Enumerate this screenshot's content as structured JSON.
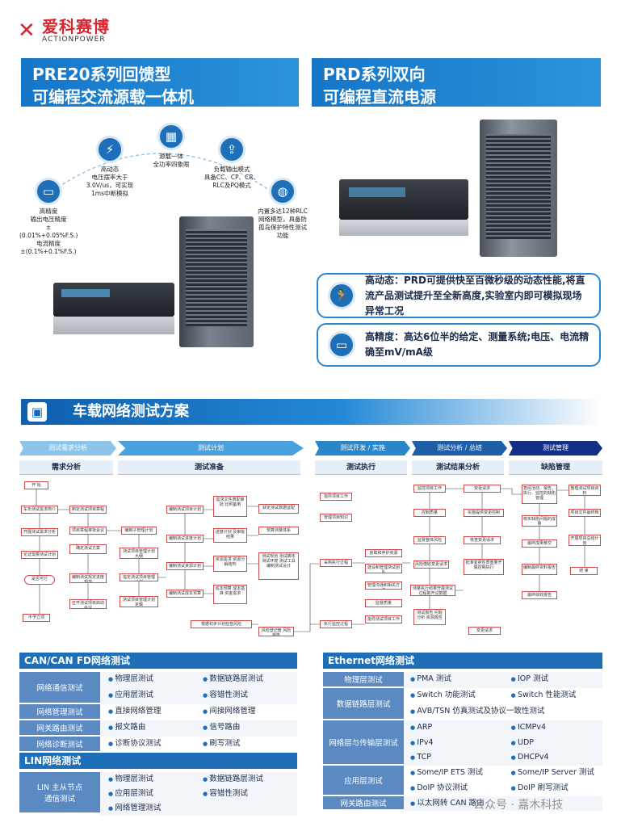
{
  "brand": {
    "cn": "爱科赛博",
    "en": "ACTIONPOWER",
    "mark": "✕"
  },
  "left_band": {
    "line1": "PRE20系列回馈型",
    "line2": "可编程交流源载一体机"
  },
  "right_band": {
    "line1": "PRD系列双向",
    "line2": "可编程直流电源"
  },
  "pre_nodes": [
    {
      "icon": "battery-icon",
      "glyph": "▭",
      "text": "高精度\n输出电压精度\n±(0.01%+0.05%F.S.)\n电流精度\n±(0.1%+0.1%F.S.)"
    },
    {
      "icon": "plug-icon",
      "glyph": "⚡",
      "text": "高动态\n电压摆率大于\n3.0V/us，可实现\n1ms中断模拟"
    },
    {
      "icon": "grid-icon",
      "glyph": "▦",
      "text": "源载一体\n全功率四象限"
    },
    {
      "icon": "upload-icon",
      "glyph": "⇪",
      "text": "负载输出模式\n具备CC、CP、CR、\nRLC及PQ模式"
    },
    {
      "icon": "globe-icon",
      "glyph": "◍",
      "text": "内置多达12种RLC\n网络模型，具备防\n孤岛保护特性测试\n功能"
    }
  ],
  "prd_features": [
    {
      "icon": "runner-icon",
      "glyph": "🏃",
      "text": "高动态：PRD可提供快至百微秒级的动态性能,将直流产品测试提升至全新高度,实验室内即可模拟现场异常工况"
    },
    {
      "icon": "battery-icon",
      "glyph": "▭",
      "text": "高精度：高达6位半的给定、测量系统;电压、电流精确至mV/mA级"
    }
  ],
  "section_title": "车载网络测试方案",
  "phases": [
    {
      "label": "测试需求分析",
      "color": "#8cc4ea"
    },
    {
      "label": "测试计划",
      "color": "#4aa0dc"
    },
    {
      "label": "测试开发 / 实施",
      "color": "#2b86c9"
    },
    {
      "label": "测试分析 / 总结",
      "color": "#1e5fa8"
    },
    {
      "label": "测试管理",
      "color": "#142f86"
    }
  ],
  "subphases": [
    "需求分析",
    "测试准备",
    "测试执行",
    "测试结果分析",
    "缺陷管理"
  ],
  "flow": {
    "req": [
      "开 始",
      "车年测试需求简介",
      "开展测试需求分析",
      "论证需要测试计划",
      "是否可行",
      "否",
      "不予立项"
    ],
    "prep": [
      "制定测试项目章程",
      "项目章程审批会议",
      "编制测试范围规划",
      "确定测试方案",
      "编制测试规定进度规范",
      "召开测试项目启动会议",
      "编制子管理计划",
      "测试项目管理计划大纲",
      "指定测试项目管理计划",
      "测试项目管理计划定稿",
      "编制测试项目计划",
      "编制测试进度计划",
      "编制测试资源计划",
      "编制测试成本预算",
      "需求文件表配审批 比照备用",
      "进度计划 及审批结果",
      "资源需求 资源分解结构",
      "成本预算 成本基准 资金需求",
      "获定测试数据证配",
      "预算测量体系",
      "测试规划 测试脚本 测试环境 测试工具 编制测试设计",
      "根据初步计划检查风险",
      "风险登记册 风险报告"
    ],
    "exec": [
      "指导项目工作",
      "管理项目知识",
      "获取和养护资源",
      "建设和管理测试团队",
      "管理沟通和相关方法",
      "监督质量",
      "指导测试项目工作",
      "采购执行过程",
      "执行监控过程"
    ],
    "analysis": [
      "监控项目工作",
      "控制质量",
      "监督整体风险",
      "风险偿收变更请求",
      "测量执行结果开展测试过程取开试数据",
      "测试报告 问题分析 资源报告",
      "变更请求",
      "实施提供变更控制",
      "核查变更请求",
      "批准变更性质重要开展控制执行",
      "变更请求"
    ],
    "defect": [
      "查阅活动、报告、执行、监控的缺陷管理",
      "核实缺陷问题的成果",
      "最终成果移交",
      "编制最终资料报告",
      "最终绩效报告",
      "整理测试项目资料",
      "项目文件最终档",
      "开展项目总结计划",
      "结 束"
    ]
  },
  "can_table": {
    "title": "CAN/CAN FD网络测试",
    "rows": [
      {
        "label": "网络通信测试",
        "items": [
          "物理层测试",
          "数据链路层测试",
          "应用层测试",
          "容错性测试"
        ]
      },
      {
        "label": "网络管理测试",
        "items": [
          "直接网络管理",
          "间接网络管理"
        ]
      },
      {
        "label": "网关路由测试",
        "items": [
          "报文路由",
          "信号路由"
        ]
      },
      {
        "label": "网络诊断测试",
        "items": [
          "诊断协议测试",
          "刷写测试"
        ]
      }
    ]
  },
  "lin_table": {
    "title": "LIN网络测试",
    "rows": [
      {
        "label": "LIN 主从节点\n通信测试",
        "items": [
          "物理层测试",
          "数据链路层测试",
          "应用层测试",
          "容错性测试",
          "网络管理测试"
        ]
      }
    ]
  },
  "eth_table": {
    "title": "Ethernet网络测试",
    "rows": [
      {
        "label": "物理层测试",
        "items": [
          "PMA 测试",
          "IOP 测试"
        ]
      },
      {
        "label": "数据链路层测试",
        "items": [
          "Switch 功能测试",
          "Switch 性能测试",
          "AVB/TSN 仿真测试及协议一致性测试"
        ]
      },
      {
        "label": "网络层与传输层测试",
        "items": [
          "ARP",
          "ICMPv4",
          "IPv4",
          "UDP",
          "TCP",
          "DHCPv4"
        ]
      },
      {
        "label": "应用层测试",
        "items": [
          "Some/IP ETS 测试",
          "Some/IP Server 测试",
          "DoIP 协议测试",
          "DoIP 刷写测试"
        ]
      },
      {
        "label": "网关路由测试",
        "items": [
          "以太网转 CAN 路由"
        ]
      }
    ]
  },
  "watermark": "公众号 · 嘉木科技",
  "colors": {
    "accent": "#1f6fb8",
    "brand": "#d9262e"
  }
}
